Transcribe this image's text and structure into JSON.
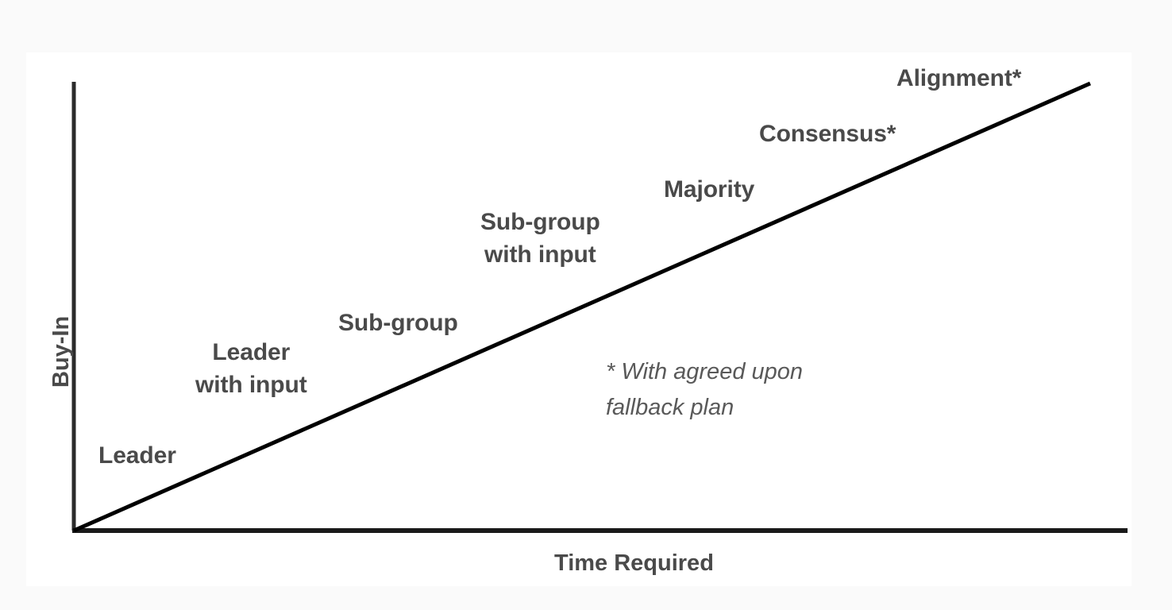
{
  "colors": {
    "page_background": "#fafafa",
    "card_background": "#ffffff",
    "axis_line": "#2b2b2b",
    "trend_line": "#000000",
    "label_text": "#4a4a4a",
    "footnote_text": "#595959"
  },
  "axes": {
    "y_title": "Buy-In",
    "x_title": "Time Required"
  },
  "footnote": {
    "text": "* With agreed upon\nfallback plan"
  },
  "labels": {
    "leader": "Leader",
    "leader_with_input": "Leader\nwith input",
    "sub_group": "Sub-group",
    "sub_group_with_input": "Sub-group\nwith input",
    "majority": "Majority",
    "consensus": "Consensus*",
    "alignment": "Alignment*"
  },
  "chart_data": {
    "type": "line",
    "title": "",
    "subtitle": "",
    "xlabel": "Time Required",
    "ylabel": "Buy-In",
    "xlim": [
      0,
      100
    ],
    "ylim": [
      0,
      100
    ],
    "grid": false,
    "legend": "none",
    "axis_ticks": {
      "x": [],
      "y": []
    },
    "series": [
      {
        "name": "Buy-In vs Time Required",
        "type": "line",
        "x": [
          0,
          100
        ],
        "y": [
          0,
          100
        ]
      }
    ],
    "annotations": [
      {
        "label": "Leader",
        "x": 4,
        "y": 17,
        "lines": [
          "Leader"
        ]
      },
      {
        "label": "Leader with input",
        "x": 16,
        "y": 32,
        "lines": [
          "Leader",
          "with input"
        ]
      },
      {
        "label": "Sub-group",
        "x": 33,
        "y": 46,
        "lines": [
          "Sub-group"
        ]
      },
      {
        "label": "Sub-group with input",
        "x": 49,
        "y": 63,
        "lines": [
          "Sub-group",
          "with input"
        ]
      },
      {
        "label": "Majority",
        "x": 64,
        "y": 73,
        "lines": [
          "Majority"
        ]
      },
      {
        "label": "Consensus*",
        "x": 77,
        "y": 85,
        "lines": [
          "Consensus*"
        ]
      },
      {
        "label": "Alignment*",
        "x": 91,
        "y": 96,
        "lines": [
          "Alignment*"
        ]
      },
      {
        "label": "* With agreed upon fallback plan",
        "x": 55,
        "y": 35,
        "lines": [
          "* With agreed upon",
          "fallback plan"
        ]
      }
    ]
  }
}
